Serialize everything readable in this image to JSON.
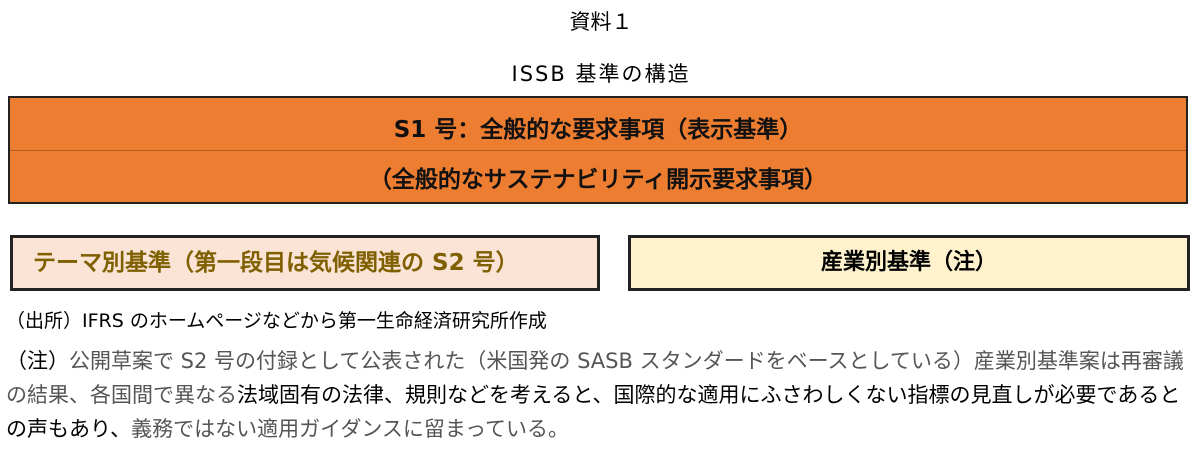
{
  "doc_label": "資料１",
  "title": "ISSB 基準の構造",
  "s1": {
    "line1": "S1 号：全般的な要求事項（表示基準）",
    "line2": "（全般的なサステナビリティ開示要求事項）"
  },
  "theme_box": "テーマ別基準（第一段目は気候関連の S2 号）",
  "industry_box": "産業別基準（注）",
  "source": "（出所）IFRS のホームページなどから第一生命経済研究所作成",
  "note": {
    "prefix": "（注）",
    "part1": "公開草案で S2 号の付録として公表された（米国発の SASB スタンダードをベースとしている）産業別基準案は再審議の結果、各国間で異なる",
    "part2": "法域固有の法律、規則などを考えると、国際的な適用にふさわしくない指標の見直しが必要であるとの声もあり、",
    "part3": "義務ではない適用ガイダンスに留まっている。"
  },
  "colors": {
    "s1_fill": "#ed7d31",
    "theme_fill": "#fbe3d6",
    "theme_text": "#7f6000",
    "industry_fill": "#fff2cc"
  }
}
